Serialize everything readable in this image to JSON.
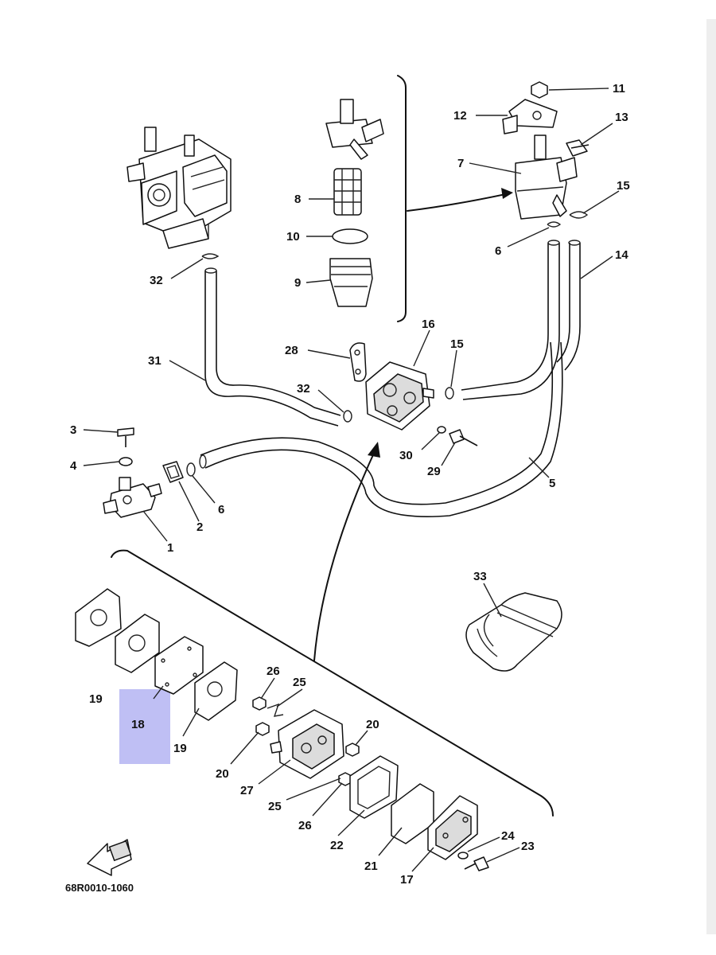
{
  "diagram": {
    "callouts": {
      "c11": "11",
      "c12": "12",
      "c13": "13",
      "c7": "7",
      "c15a": "15",
      "c6a": "6",
      "c14": "14",
      "c8": "8",
      "c10": "10",
      "c9": "9",
      "c32a": "32",
      "c31": "31",
      "c28": "28",
      "c16": "16",
      "c15b": "15",
      "c32b": "32",
      "c30": "30",
      "c29": "29",
      "c5": "5",
      "c3": "3",
      "c4": "4",
      "c6b": "6",
      "c2": "2",
      "c1": "1",
      "c33": "33",
      "c19a": "19",
      "c18": "18",
      "c19b": "19",
      "c26a": "26",
      "c25a": "25",
      "c20a": "20",
      "c20b": "20",
      "c27": "27",
      "c25b": "25",
      "c26b": "26",
      "c22": "22",
      "c21": "21",
      "c17": "17",
      "c24": "24",
      "c23": "23"
    },
    "code_label": "68R0010-1060",
    "highlighted_part": "18",
    "highlight_color": "#a9a9f0"
  }
}
